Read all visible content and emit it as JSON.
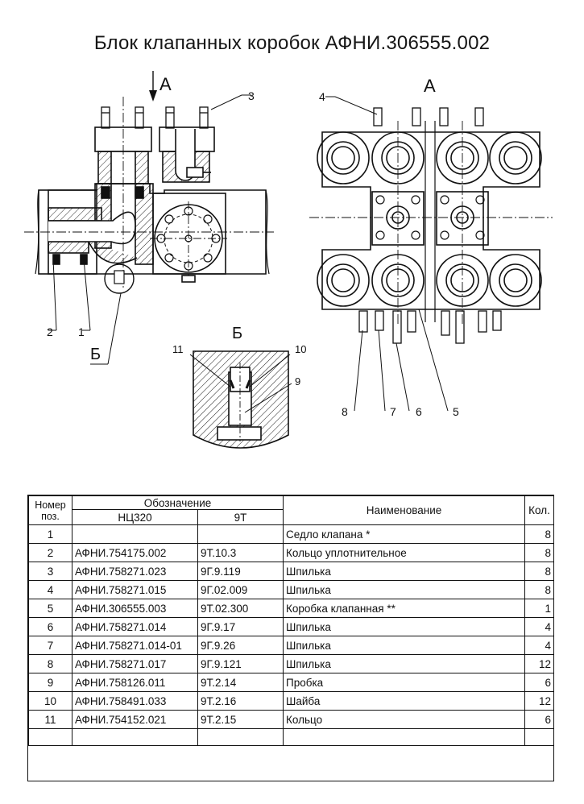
{
  "title": "Блок клапанных коробок АФНИ.306555.002",
  "drawing": {
    "view_labels": {
      "main_arrow": "А",
      "view_a": "А",
      "detail": "Б",
      "detail_marker": "Б"
    },
    "callouts": [
      "1",
      "2",
      "3",
      "4",
      "5",
      "6",
      "7",
      "8",
      "9",
      "10",
      "11"
    ]
  },
  "spec_table": {
    "headers": {
      "pos_line1": "Номер",
      "pos_line2": "поз.",
      "designation": "Обозначение",
      "col_a": "НЦ320",
      "col_b": "9Т",
      "name": "Наименование",
      "qty": "Кол."
    },
    "rows": [
      {
        "pos": "1",
        "a": "",
        "b": "",
        "name": "Седло клапана *",
        "qty": "8"
      },
      {
        "pos": "2",
        "a": "АФНИ.754175.002",
        "b": "9Т.10.3",
        "name": "Кольцо уплотнительное",
        "qty": "8"
      },
      {
        "pos": "3",
        "a": "АФНИ.758271.023",
        "b": "9Г.9.119",
        "name": "Шпилька",
        "qty": "8"
      },
      {
        "pos": "4",
        "a": "АФНИ.758271.015",
        "b": "9Г.02.009",
        "name": "Шпилька",
        "qty": "8"
      },
      {
        "pos": "5",
        "a": "АФНИ.306555.003",
        "b": "9Т.02.300",
        "name": "Коробка клапанная **",
        "qty": "1"
      },
      {
        "pos": "6",
        "a": "АФНИ.758271.014",
        "b": "9Г.9.17",
        "name": "Шпилька",
        "qty": "4"
      },
      {
        "pos": "7",
        "a": "АФНИ.758271.014-01",
        "b": "9Г.9.26",
        "name": "Шпилька",
        "qty": "4"
      },
      {
        "pos": "8",
        "a": "АФНИ.758271.017",
        "b": "9Г.9.121",
        "name": "Шпилька",
        "qty": "12"
      },
      {
        "pos": "9",
        "a": "АФНИ.758126.011",
        "b": "9Т.2.14",
        "name": "Пробка",
        "qty": "6"
      },
      {
        "pos": "10",
        "a": "АФНИ.758491.033",
        "b": "9Т.2.16",
        "name": "Шайба",
        "qty": "12"
      },
      {
        "pos": "11",
        "a": "АФНИ.754152.021",
        "b": "9Т.2.15",
        "name": "Кольцо",
        "qty": "6"
      }
    ]
  }
}
